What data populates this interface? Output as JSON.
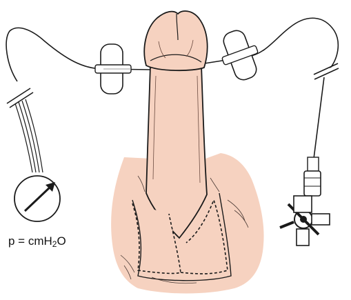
{
  "colors": {
    "skin": "#f6d2c0",
    "skin_shade": "#eebba5",
    "outline": "#1a1a1a",
    "background": "#ffffff"
  },
  "icons": [
    "pressure-gauge-icon",
    "syringe-icon",
    "stopcock-icon",
    "needle-clamp-icon"
  ],
  "label": {
    "pressure_prefix": "p = cmH",
    "pressure_sub": "2",
    "pressure_suffix": "O"
  }
}
